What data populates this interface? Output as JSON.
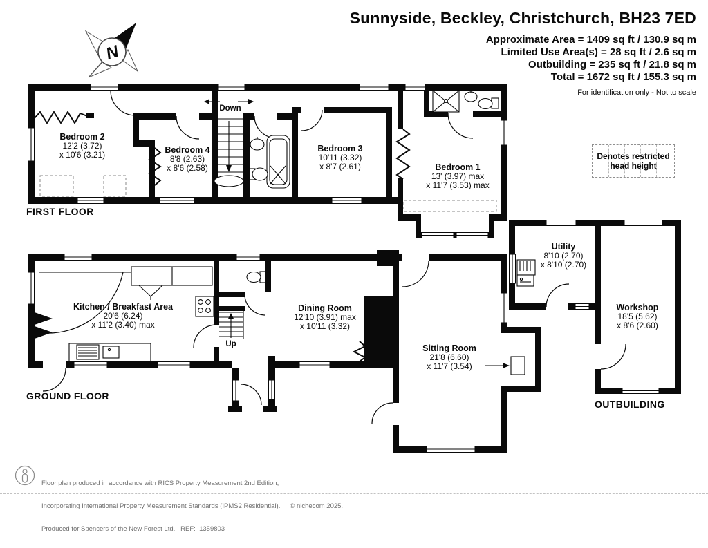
{
  "header": {
    "title": "Sunnyside, Beckley, Christchurch, BH23 7ED",
    "area_lines": [
      "Approximate Area = 1409 sq ft / 130.9 sq m",
      "Limited Use Area(s) = 28 sq ft / 2.6 sq m",
      "Outbuilding = 235 sq ft / 21.8 sq m",
      "Total = 1672 sq ft / 155.3 sq m"
    ],
    "disclaimer": "For identification only - Not to scale"
  },
  "compass": {
    "north": "N"
  },
  "legend": {
    "text": "Denotes restricted head height"
  },
  "floors": {
    "first": {
      "label": "FIRST FLOOR",
      "stair_label": "Down",
      "rooms": {
        "bedroom2": {
          "name": "Bedroom 2",
          "dim1": "12'2 (3.72)",
          "dim2": "x 10'6 (3.21)"
        },
        "bedroom4": {
          "name": "Bedroom 4",
          "dim1": "8'8 (2.63)",
          "dim2": "x 8'6 (2.58)"
        },
        "bedroom3": {
          "name": "Bedroom 3",
          "dim1": "10'11 (3.32)",
          "dim2": "x 8'7 (2.61)"
        },
        "bedroom1": {
          "name": "Bedroom 1",
          "dim1": "13' (3.97) max",
          "dim2": "x 11'7 (3.53) max"
        }
      }
    },
    "ground": {
      "label": "GROUND FLOOR",
      "stair_label": "Up",
      "rooms": {
        "kitchen": {
          "name": "Kitchen / Breakfast Area",
          "dim1": "20'6 (6.24)",
          "dim2": "x 11'2 (3.40) max"
        },
        "dining": {
          "name": "Dining Room",
          "dim1": "12'10 (3.91) max",
          "dim2": "x 10'11 (3.32)"
        },
        "sitting": {
          "name": "Sitting Room",
          "dim1": "21'8 (6.60)",
          "dim2": "x 11'7 (3.54)"
        }
      }
    },
    "outbuilding": {
      "label": "OUTBUILDING",
      "rooms": {
        "utility": {
          "name": "Utility",
          "dim1": "8'10 (2.70)",
          "dim2": "x 8'10 (2.70)"
        },
        "workshop": {
          "name": "Workshop",
          "dim1": "18'5 (5.62)",
          "dim2": "x 8'6 (2.60)"
        }
      }
    }
  },
  "footer": {
    "line1": "Floor plan produced in accordance with RICS Property Measurement 2nd Edition,",
    "line2": "Incorporating International Property Measurement Standards (IPMS2 Residential).",
    "copyright": "© nichecom 2025.",
    "line3": "Produced for Spencers of the New Forest Ltd.   REF:  1359803"
  },
  "colors": {
    "wall": "#0a0a0a",
    "text": "#0a0a0a",
    "footer_text": "#6f6f6f"
  }
}
